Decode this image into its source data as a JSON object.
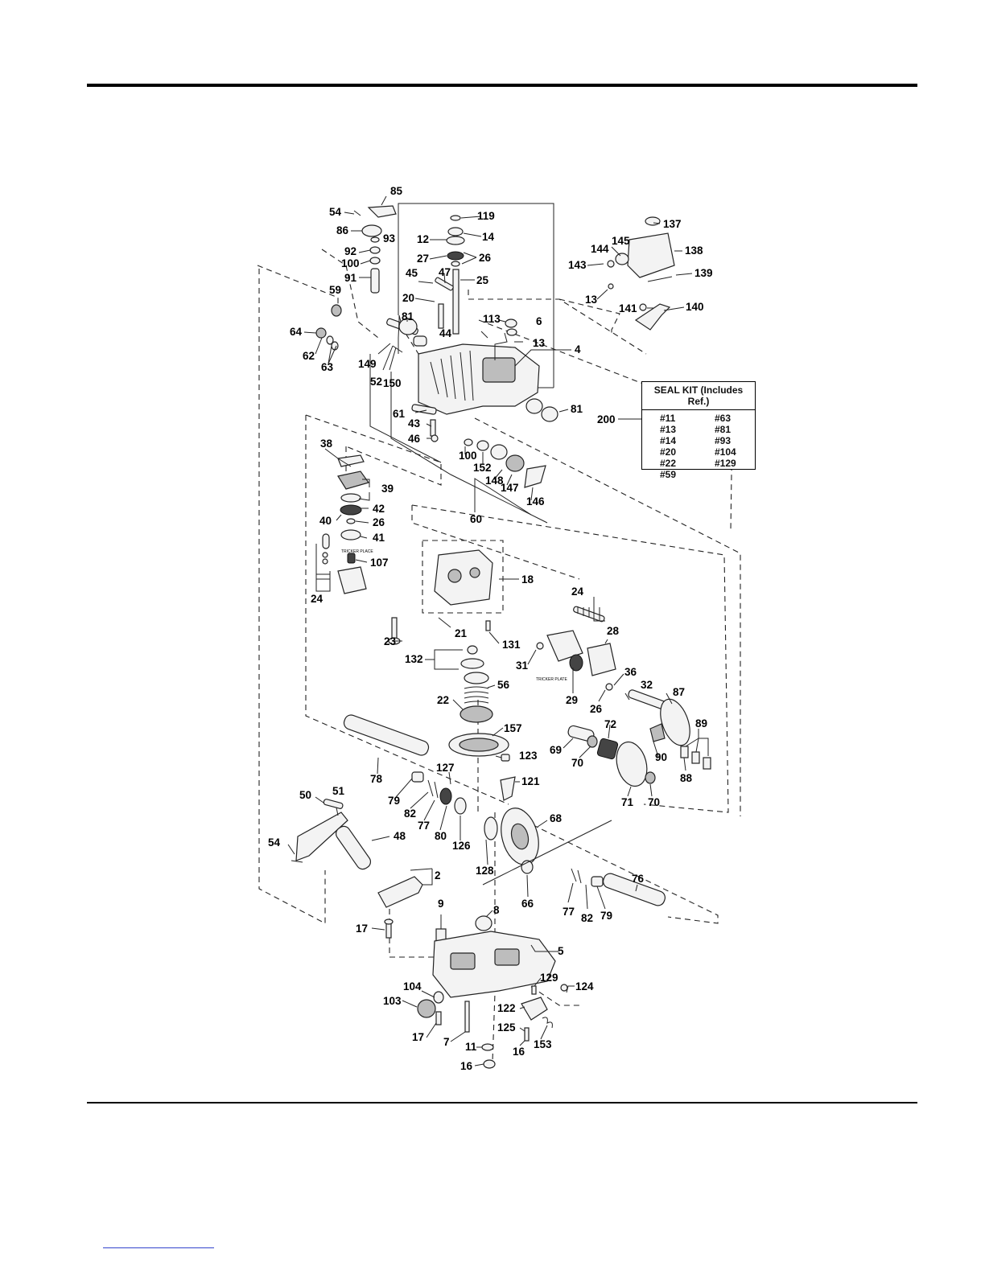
{
  "seal_kit": {
    "title": "SEAL KIT (Includes Ref.)",
    "ref": "200",
    "items": [
      "#11",
      "#63",
      "#13",
      "#81",
      "#14",
      "#93",
      "#20",
      "#104",
      "#22",
      "#129",
      "#59",
      ""
    ]
  },
  "callouts": {
    "c85": "85",
    "c54a": "54",
    "c86": "86",
    "c93": "93",
    "c92": "92",
    "c100a": "100",
    "c91": "91",
    "c59": "59",
    "c64": "64",
    "c62": "62",
    "c63": "63",
    "c119": "119",
    "c12": "12",
    "c14": "14",
    "c27": "27",
    "c26a": "26",
    "c45": "45",
    "c47": "47",
    "c25": "25",
    "c20": "20",
    "c81a": "81",
    "c44": "44",
    "c113": "113",
    "c6": "6",
    "c13a": "13",
    "c4": "4",
    "c149": "149",
    "c52": "52",
    "c150": "150",
    "c137": "137",
    "c145": "145",
    "c144": "144",
    "c138": "138",
    "c143": "143",
    "c139": "139",
    "c13b": "13",
    "c141": "141",
    "c140": "140",
    "c81b": "81",
    "c61": "61",
    "c43": "43",
    "c46": "46",
    "c200": "200",
    "c100b": "100",
    "c152": "152",
    "c148": "148",
    "c147": "147",
    "c146": "146",
    "c60": "60",
    "c38": "38",
    "c39": "39",
    "c42": "42",
    "c40": "40",
    "c26b": "26",
    "c41": "41",
    "c107": "107",
    "c24a": "24",
    "c18": "18",
    "c24b": "24",
    "c23": "23",
    "c21": "21",
    "c131": "131",
    "c28": "28",
    "c31": "31",
    "c36": "36",
    "c132": "132",
    "c56": "56",
    "c32": "32",
    "c87": "87",
    "c29": "29",
    "c26c": "26",
    "c22": "22",
    "c157": "157",
    "c89": "89",
    "c72": "72",
    "c69": "69",
    "c70a": "70",
    "c90": "90",
    "c88": "88",
    "c123": "123",
    "c78": "78",
    "c127": "127",
    "c121": "121",
    "c71": "71",
    "c70b": "70",
    "c79a": "79",
    "c50": "50",
    "c51": "51",
    "c82a": "82",
    "c77a": "77",
    "c80": "80",
    "c68": "68",
    "c126": "126",
    "c48": "48",
    "c54b": "54",
    "c128": "128",
    "c2": "2",
    "c76": "76",
    "c66": "66",
    "c77b": "77",
    "c82b": "82",
    "c79b": "79",
    "c9": "9",
    "c8": "8",
    "c17a": "17",
    "c5": "5",
    "c129": "129",
    "c124": "124",
    "c104": "104",
    "c103": "103",
    "c122": "122",
    "c125": "125",
    "c17b": "17",
    "c7": "7",
    "c11": "11",
    "c16a": "16",
    "c153": "153",
    "c16b": "16"
  },
  "sticker_text": [
    "TRICKER PLACE",
    "TRICKER PLATE"
  ]
}
